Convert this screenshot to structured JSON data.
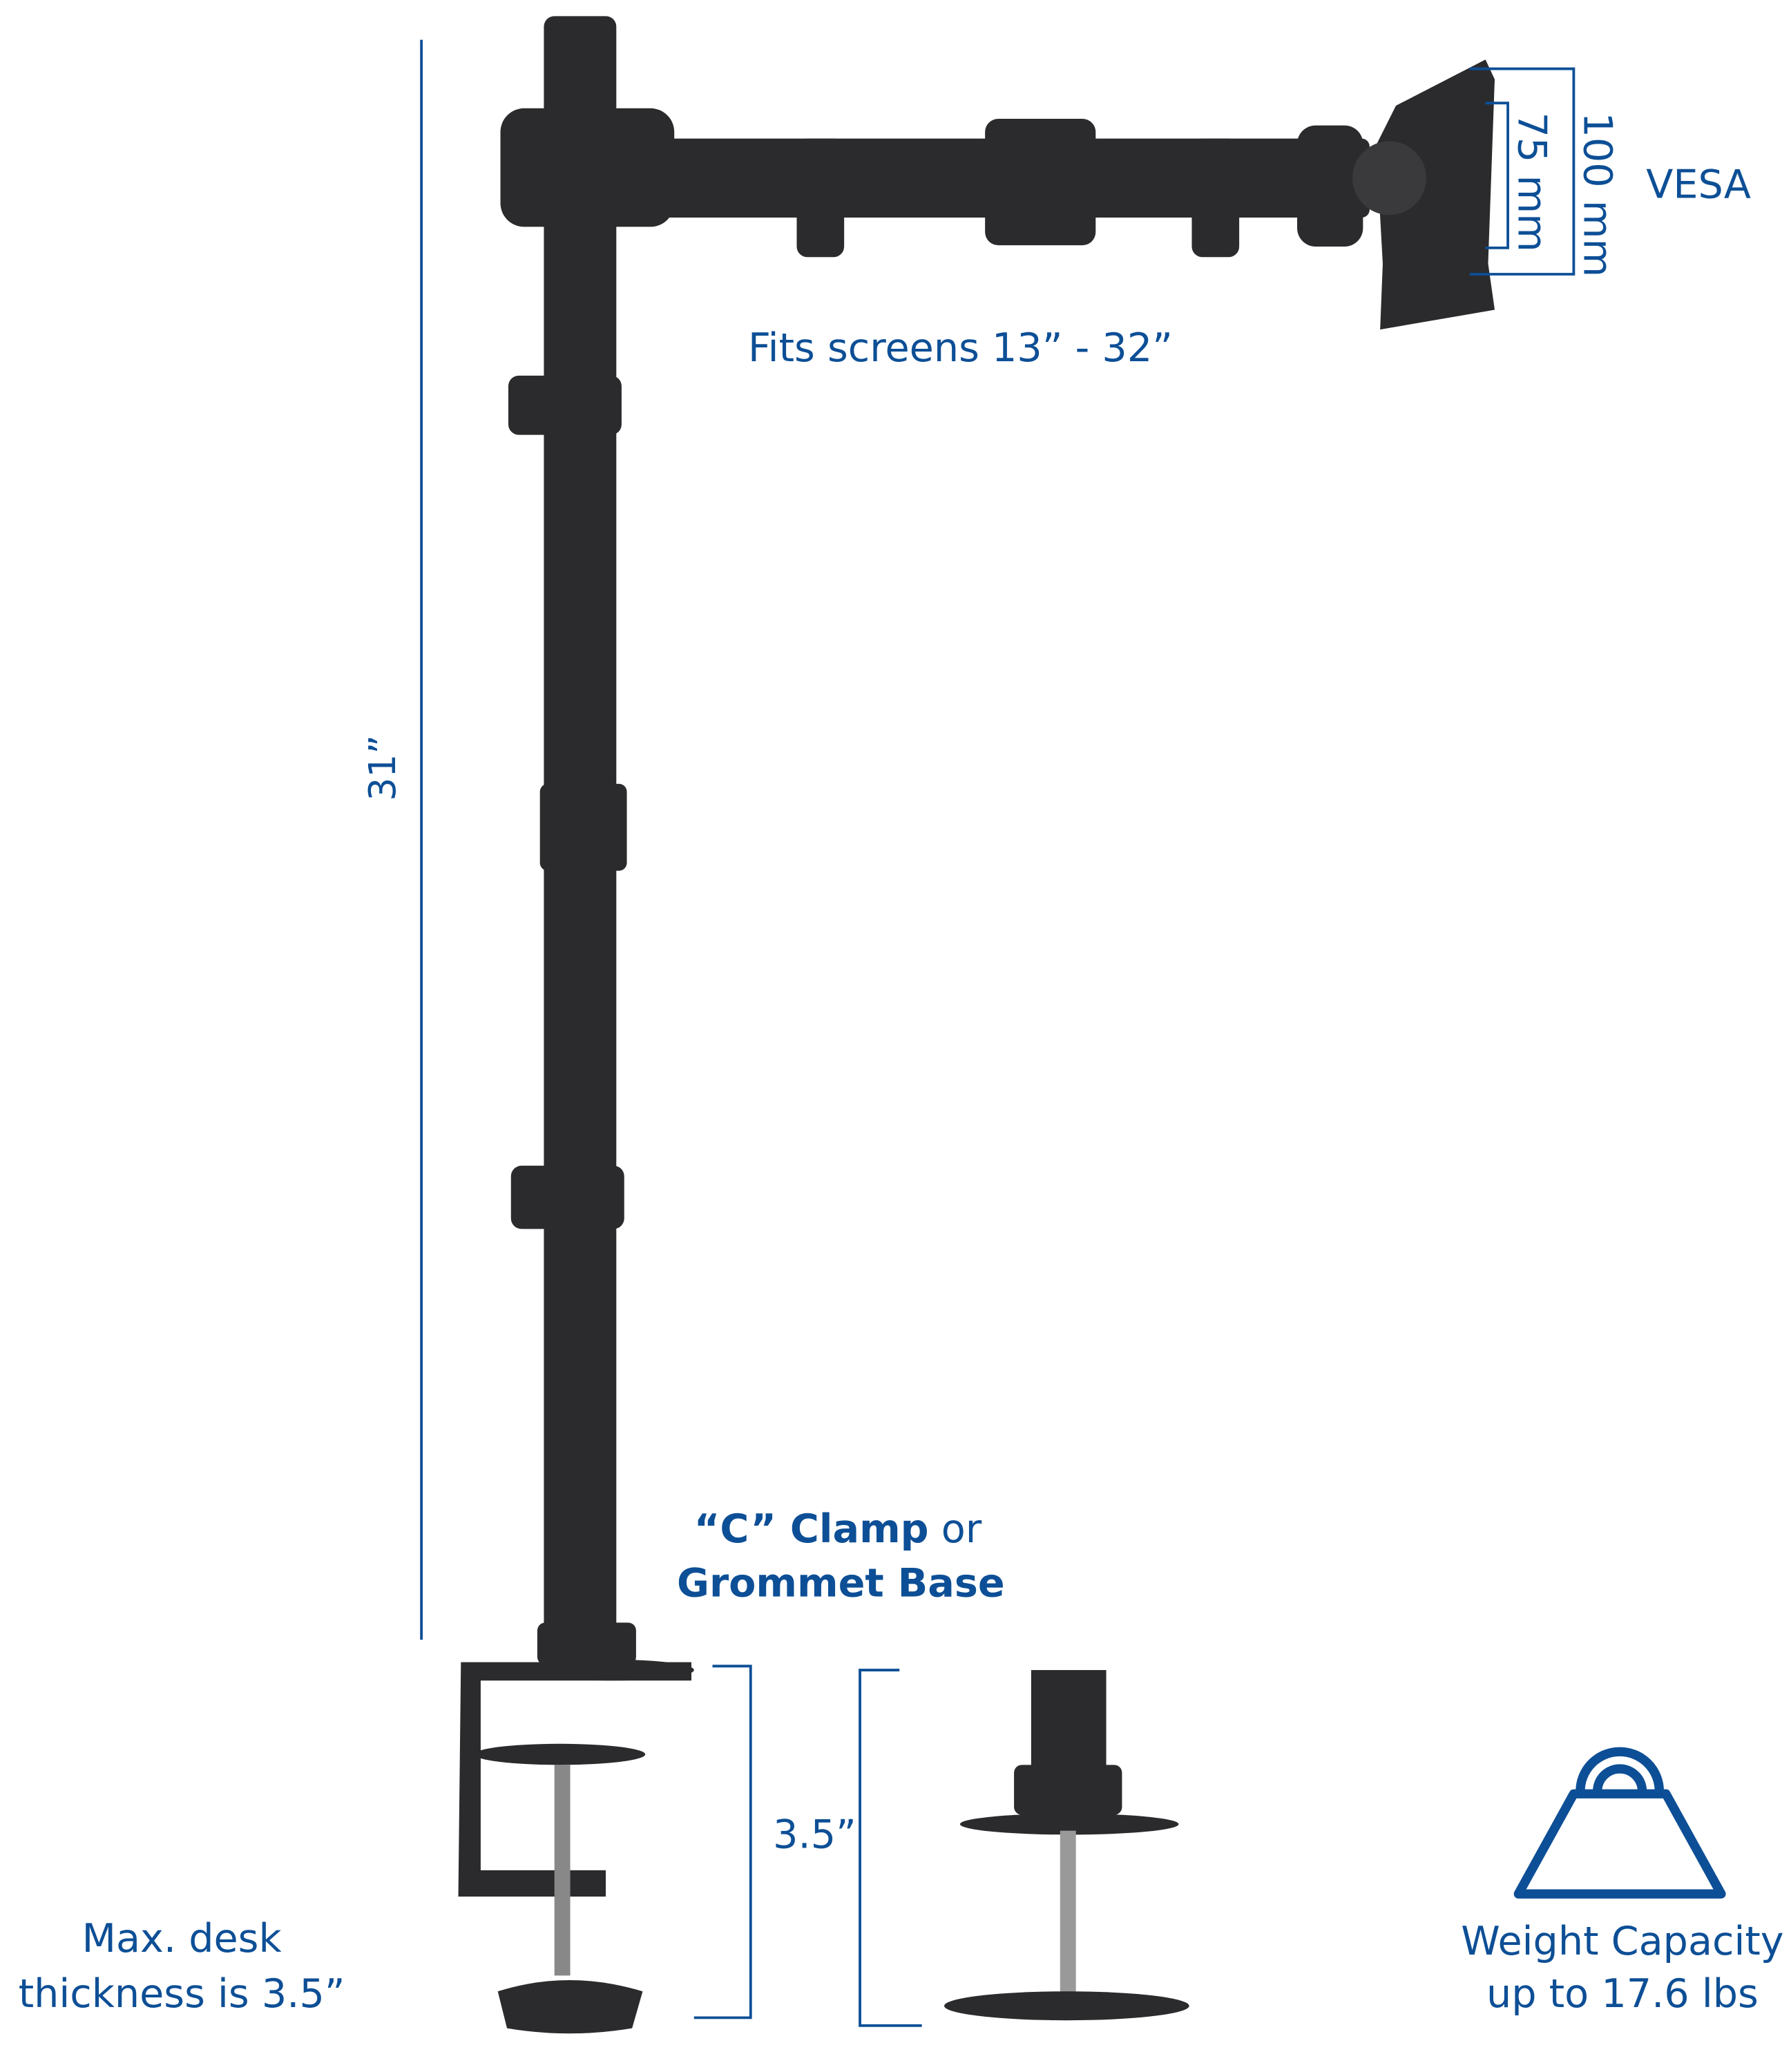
{
  "colors": {
    "accent": "#0d4f96",
    "product": "#2b2b2d"
  },
  "labels": {
    "vesa": "VESA",
    "vesa_outer": "100 mm",
    "vesa_inner": "75 mm",
    "screens": "Fits screens 13” -  32”",
    "height": "31”",
    "base_line1_bold": "“C” Clamp",
    "base_line1_rest": " or",
    "base_line2": "Grommet Base",
    "desk_height": "3.5”",
    "desk_line1": "Max. desk",
    "desk_line2": "thickness is 3.5”",
    "weight_line1": "Weight Capacity",
    "weight_line2": "up to 17.6 lbs"
  },
  "icons": {
    "weight": "weight-icon"
  }
}
